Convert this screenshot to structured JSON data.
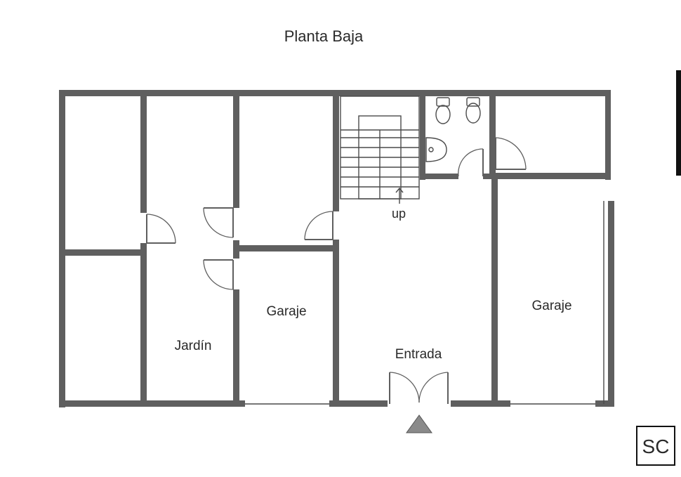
{
  "title": "Planta Baja",
  "rooms": {
    "garaje_left": "Garaje",
    "jardin": "Jardín",
    "entrada": "Entrada",
    "garaje_right": "Garaje"
  },
  "stairs_label": "up",
  "logo_text": "SC",
  "colors": {
    "wall": "#5f5f5f",
    "background": "#ffffff",
    "entry_marker": "#8a8a8a"
  }
}
